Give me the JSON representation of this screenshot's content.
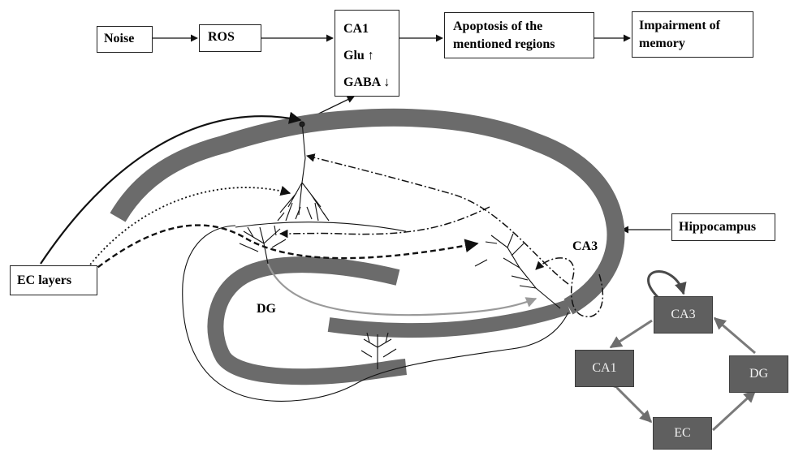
{
  "flow": {
    "noise": "Noise",
    "ros": "ROS",
    "ca1_box": {
      "title": "CA1",
      "glu": "Glu",
      "gaba": "GABA",
      "glu_arrow": "↑",
      "gaba_arrow": "↓"
    },
    "apoptosis": "Apoptosis of the mentioned regions",
    "impairment": "Impairment of memory"
  },
  "labels": {
    "hippocampus": "Hippocampus",
    "ec_layers": "EC layers",
    "ca3": "CA3",
    "dg": "DG"
  },
  "circuit": {
    "ca3": "CA3",
    "ca1": "CA1",
    "dg": "DG",
    "ec": "EC"
  },
  "colors": {
    "band": "#6b6b6b",
    "circuit_box": "#5f5f5f",
    "circuit_arrow": "#7a7a7a",
    "gray_path": "#9a9a9a"
  }
}
